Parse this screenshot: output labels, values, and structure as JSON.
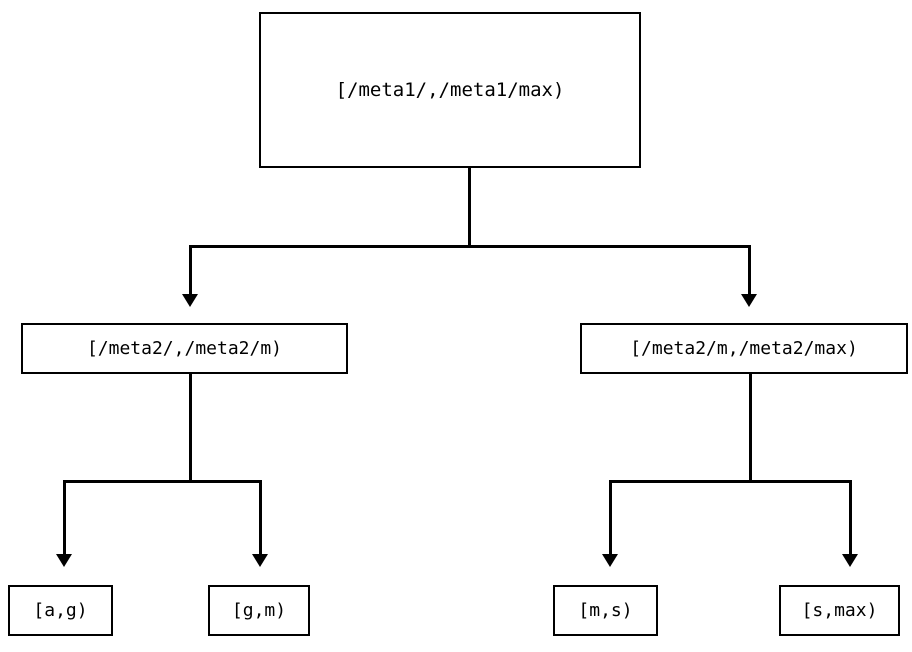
{
  "diagram": {
    "type": "tree",
    "orientation": "top-down",
    "background_color": "#ffffff",
    "line_color": "#000000",
    "text_color": "#000000",
    "nodes": {
      "root": {
        "label": "[/meta1/,/meta1/max)",
        "level": 0
      },
      "meta2_low": {
        "label": "[/meta2/,/meta2/m)",
        "level": 1
      },
      "meta2_high": {
        "label": "[/meta2/m,/meta2/max)",
        "level": 1
      },
      "leaf_ag": {
        "label": "[a,g)",
        "level": 2
      },
      "leaf_gm": {
        "label": "[g,m)",
        "level": 2
      },
      "leaf_ms": {
        "label": "[m,s)",
        "level": 2
      },
      "leaf_smax": {
        "label": "[s,max)",
        "level": 2
      }
    },
    "edges": [
      {
        "from": "root",
        "to": "meta2_low",
        "style": "orthogonal",
        "arrow": "down-triangle"
      },
      {
        "from": "root",
        "to": "meta2_high",
        "style": "orthogonal",
        "arrow": "down-triangle"
      },
      {
        "from": "meta2_low",
        "to": "leaf_ag",
        "style": "orthogonal",
        "arrow": "down-triangle"
      },
      {
        "from": "meta2_low",
        "to": "leaf_gm",
        "style": "orthogonal",
        "arrow": "down-triangle"
      },
      {
        "from": "meta2_high",
        "to": "leaf_ms",
        "style": "orthogonal",
        "arrow": "down-triangle"
      },
      {
        "from": "meta2_high",
        "to": "leaf_smax",
        "style": "orthogonal",
        "arrow": "down-triangle"
      }
    ]
  }
}
